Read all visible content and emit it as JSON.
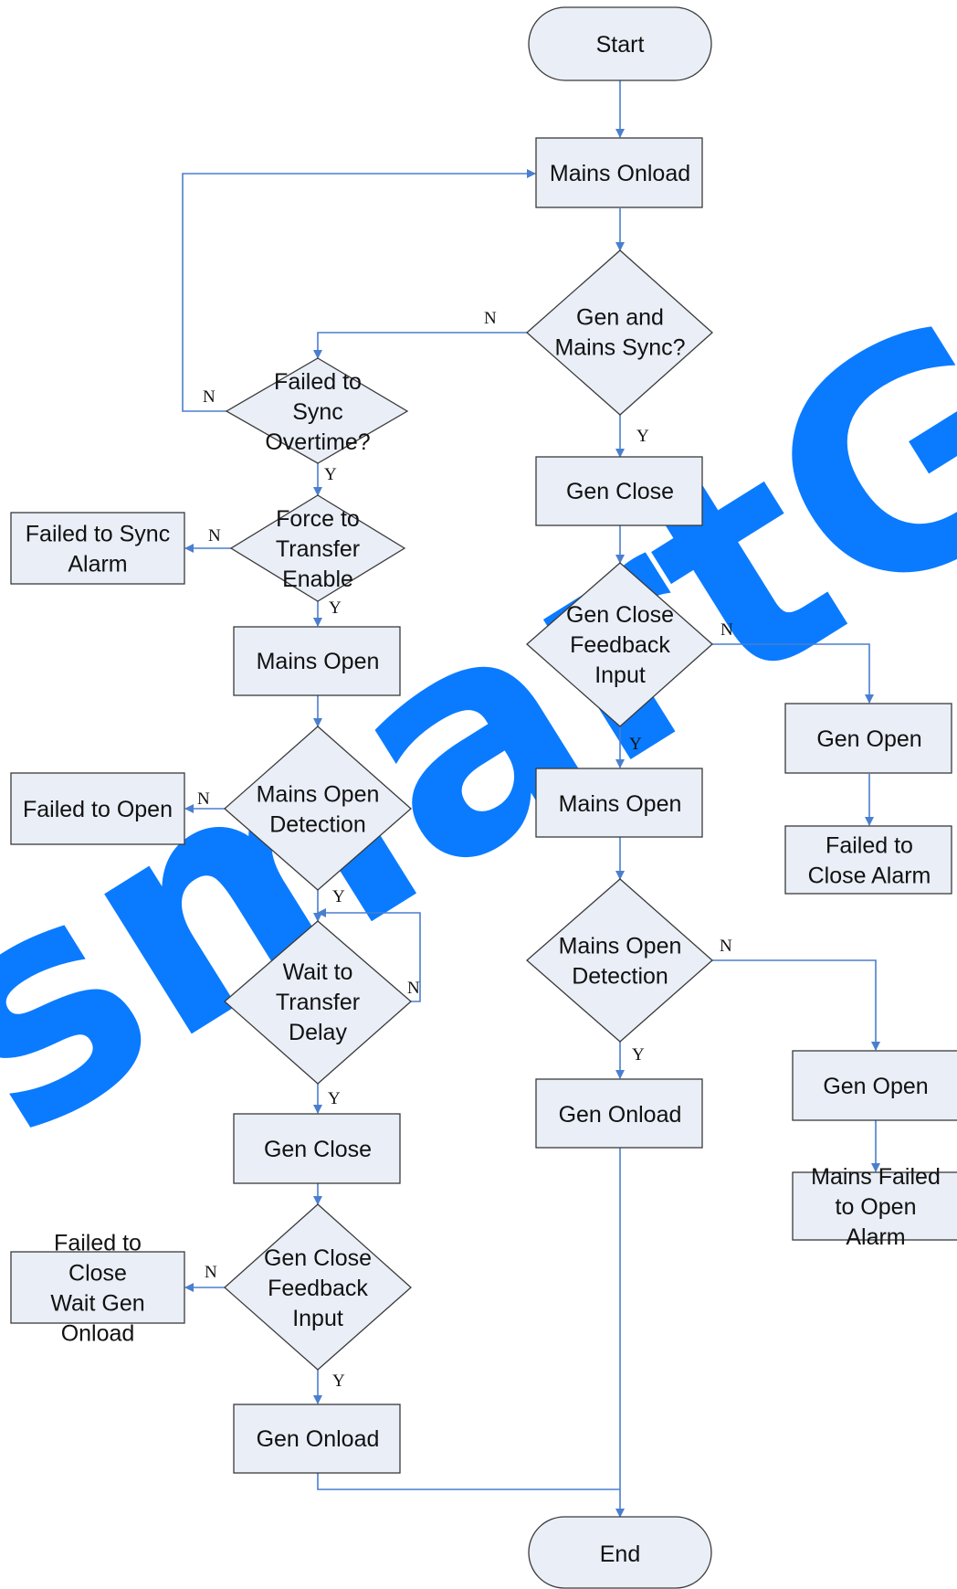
{
  "watermark": {
    "text": "smartGen",
    "color": "#0a7bff"
  },
  "colors": {
    "node_fill": "#e9eef7",
    "node_stroke": "#3a3a3a",
    "connector": "#4a7fcf"
  },
  "nodes": {
    "start": [
      "Start"
    ],
    "mains_onload": [
      "Mains Onload"
    ],
    "sync_check": [
      "Gen and",
      "Mains Sync?"
    ],
    "sync_overtime": [
      "Failed to",
      "Sync",
      "Overtime?"
    ],
    "force_transfer": [
      "Force to",
      "Transfer",
      "Enable"
    ],
    "sync_alarm": [
      "Failed to Sync",
      "Alarm"
    ],
    "mains_open_l": [
      "Mains Open"
    ],
    "open_detect_l": [
      "Mains Open",
      "Detection"
    ],
    "failed_open_l": [
      "Failed to Open"
    ],
    "wait_delay": [
      "Wait to",
      "Transfer",
      "Delay"
    ],
    "gen_close_l": [
      "Gen Close"
    ],
    "gen_fb_l": [
      "Gen Close",
      "Feedback",
      "Input"
    ],
    "fail_close_wait": [
      "Failed to",
      "Close",
      "Wait Gen",
      "Onload"
    ],
    "gen_onload_l": [
      "Gen Onload"
    ],
    "gen_close_r": [
      "Gen Close"
    ],
    "gen_fb_r": [
      "Gen Close",
      "Feedback",
      "Input"
    ],
    "gen_open_r1": [
      "Gen Open"
    ],
    "fail_close_alarm": [
      "Failed to",
      "Close Alarm"
    ],
    "mains_open_r": [
      "Mains Open"
    ],
    "open_detect_r": [
      "Mains Open",
      "Detection"
    ],
    "gen_open_r2": [
      "Gen Open"
    ],
    "mains_fail_alarm": [
      "Mains Failed",
      "to Open",
      "Alarm"
    ],
    "gen_onload_r": [
      "Gen Onload"
    ],
    "end": [
      "End"
    ]
  },
  "edge_labels": {
    "sync_no": "N",
    "sync_yes": "Y",
    "overtime_no": "N",
    "overtime_yes": "Y",
    "force_no": "N",
    "force_yes": "Y",
    "detect_l_no": "N",
    "detect_l_yes": "Y",
    "delay_no": "N",
    "delay_yes": "Y",
    "fb_l_no": "N",
    "fb_l_yes": "Y",
    "fb_r_no": "N",
    "fb_r_yes": "Y",
    "detect_r_no": "N",
    "detect_r_yes": "Y"
  }
}
